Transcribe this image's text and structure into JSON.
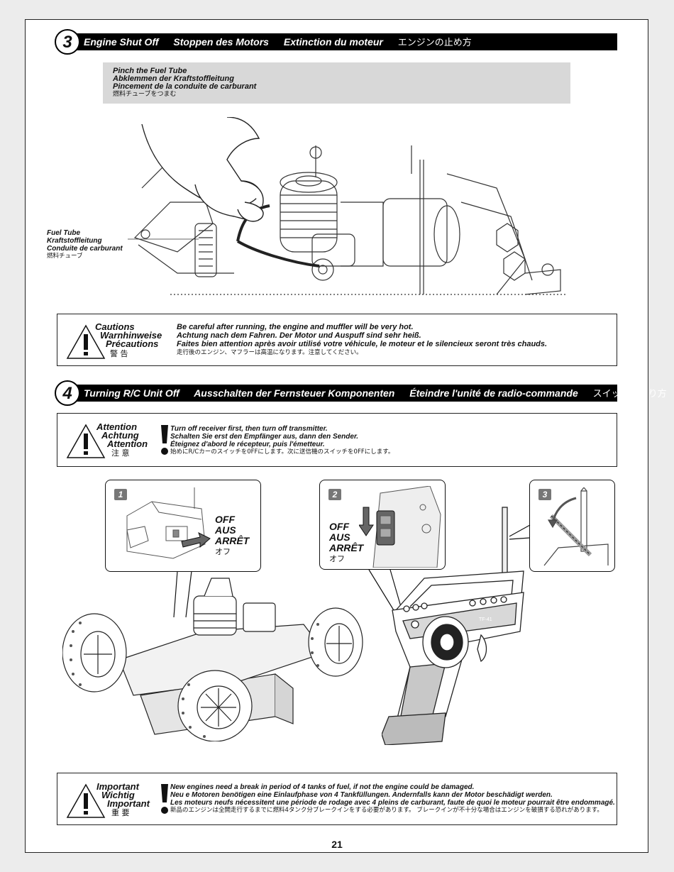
{
  "step3": {
    "number": "3",
    "title_en": "Engine Shut Off",
    "title_de": "Stoppen des Motors",
    "title_fr": "Extinction du moteur",
    "title_ja": "エンジンの止め方",
    "instruction": {
      "en": "Pinch the Fuel Tube",
      "de": "Abklemmen der Kraftstoffleitung",
      "fr": "Pincement de la conduite de carburant",
      "ja": "燃料チューブをつまむ"
    },
    "fuel_tube_label": {
      "en": "Fuel Tube",
      "de": "Kraftstoffleitung",
      "fr": "Conduite de carburant",
      "ja": "燃料チューブ"
    },
    "caution": {
      "title_en": "Cautions",
      "title_de": "Warnhinweise",
      "title_fr": "Précautions",
      "title_ja": "警 告",
      "text_en": "Be careful after running, the engine and muffler will be very hot.",
      "text_de": "Achtung nach dem Fahren. Der Motor und Auspuff sind sehr heiß.",
      "text_fr": "Faites bien attention après avoir utilisé votre véhicule, le moteur et le silencieux seront très chauds.",
      "text_ja": "走行後のエンジン、マフラーは高温になります。注意してください。"
    }
  },
  "step4": {
    "number": "4",
    "title_en": "Turning R/C Unit Off",
    "title_de": "Ausschalten der Fernsteuer Komponenten",
    "title_fr": "Éteindre l'unité de radio-commande",
    "title_ja": "スイッチの切り方",
    "attention": {
      "title_en": "Attention",
      "title_de": "Achtung",
      "title_fr": "Attention",
      "title_ja": "注 意",
      "text_en": "Turn off receiver first, then turn off transmitter.",
      "text_de": "Schalten Sie erst den Empfänger aus, dann den Sender.",
      "text_fr": "Éteignez d'abord le récepteur, puis l'émetteur.",
      "text_ja": "始めにR/Cカーのスイッチを0FFにします。次に送信機のスイッチを0FFにします。"
    },
    "callouts": [
      {
        "num": "1",
        "off_en": "OFF",
        "off_de": "AUS",
        "off_fr": "ARRÊT",
        "off_ja": "オフ"
      },
      {
        "num": "2",
        "off_en": "OFF",
        "off_de": "AUS",
        "off_fr": "ARRÊT",
        "off_ja": "オフ"
      },
      {
        "num": "3"
      }
    ],
    "transmitter_model": "TF-41",
    "important": {
      "title_en": "Important",
      "title_de": "Wichtig",
      "title_fr": "Important",
      "title_ja": "重 要",
      "text_en": "New engines need a break in period of 4 tanks of fuel, if not the engine could be damaged.",
      "text_de": "Neu e Motoren benötigen eine Einlaufphase von 4 Tankfüllungen. Andernfalls kann der Motor beschädigt werden.",
      "text_fr": "Les moteurs neufs nécessitent une période de rodage avec 4 pleins de carburant, faute de quoi le moteur pourrait être endommagé.",
      "text_ja": "新品のエンジンは全開走行するまでに燃料4タンク分ブレークインをする必要があります。 ブレークインが不十分な場合はエンジンを破損する恐れがあります。"
    }
  },
  "page_number": "21"
}
